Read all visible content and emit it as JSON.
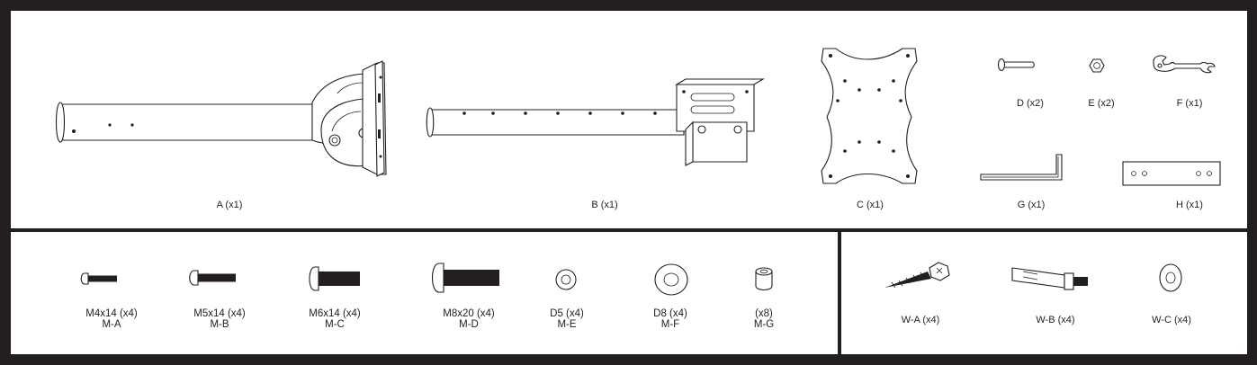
{
  "parts": [
    {
      "id": "A",
      "label": "A (x1)"
    },
    {
      "id": "B",
      "label": "B (x1)"
    },
    {
      "id": "C",
      "label": "C (x1)"
    },
    {
      "id": "D",
      "label": "D (x2)"
    },
    {
      "id": "E",
      "label": "E (x2)"
    },
    {
      "id": "F",
      "label": "F (x1)"
    },
    {
      "id": "G",
      "label": "G (x1)"
    },
    {
      "id": "H",
      "label": "H (x1)"
    }
  ],
  "hardware": [
    {
      "id": "M-A",
      "spec": "M4x14 (x4)",
      "code": "M-A"
    },
    {
      "id": "M-B",
      "spec": "M5x14 (x4)",
      "code": "M-B"
    },
    {
      "id": "M-C",
      "spec": "M6x14 (x4)",
      "code": "M-C"
    },
    {
      "id": "M-D",
      "spec": "M8x20 (x4)",
      "code": "M-D"
    },
    {
      "id": "M-E",
      "spec": "D5 (x4)",
      "code": "M-E"
    },
    {
      "id": "M-F",
      "spec": "D8 (x4)",
      "code": "M-F"
    },
    {
      "id": "M-G",
      "spec": "(x8)",
      "code": "M-G"
    }
  ],
  "wall_hardware": [
    {
      "id": "W-A",
      "label": "W-A (x4)"
    },
    {
      "id": "W-B",
      "label": "W-B (x4)"
    },
    {
      "id": "W-C",
      "label": "W-C (x4)"
    }
  ]
}
